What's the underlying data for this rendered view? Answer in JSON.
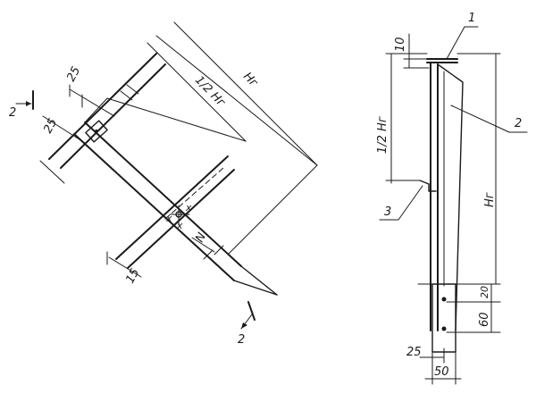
{
  "left_view": {
    "section_mark_top": "2",
    "section_mark_bottom": "2",
    "dim_25_a": "25",
    "dim_25_b": "25",
    "dim_half_h": "1/2 Hг",
    "dim_h": "Hг",
    "dim_15": "15",
    "dim_n": "N"
  },
  "right_view": {
    "callout_1": "1",
    "callout_2": "2",
    "callout_3": "3",
    "dim_10": "10",
    "dim_half_h": "1/2 Hг",
    "dim_h": "Hг",
    "dim_20": "20",
    "dim_60": "60",
    "dim_25": "25",
    "dim_50": "50"
  }
}
